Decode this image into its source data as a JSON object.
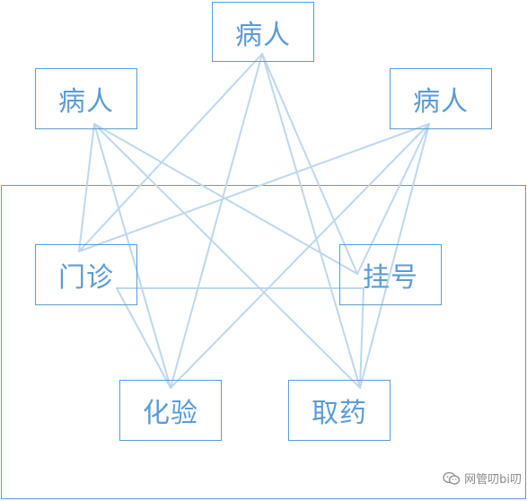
{
  "nodes": {
    "patient_top": "病人",
    "patient_left": "病人",
    "patient_right": "病人",
    "outpatient": "门诊",
    "registration": "挂号",
    "lab_test": "化验",
    "pharmacy": "取药"
  },
  "watermark": {
    "text": "网管叨bi叨",
    "icon": "wechat-icon"
  },
  "colors": {
    "border": "#5b9bd5",
    "text": "#5b9bd5",
    "line": "#bdd7ee"
  }
}
